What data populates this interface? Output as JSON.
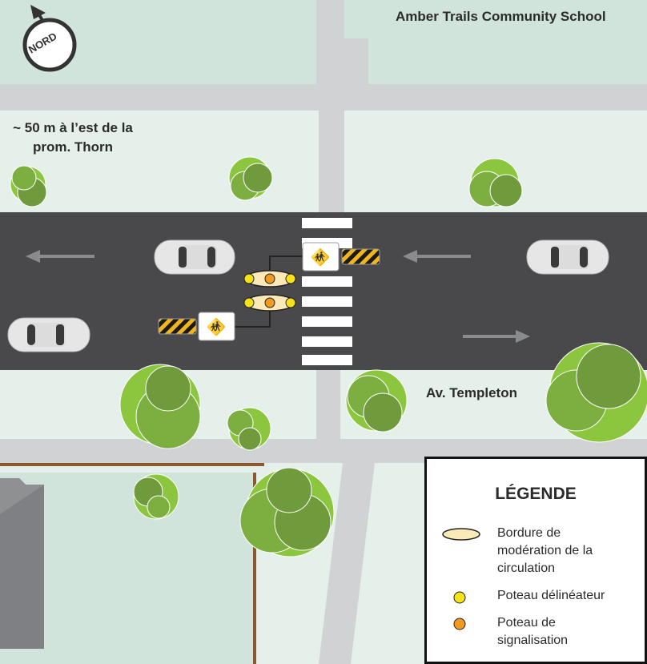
{
  "labels": {
    "school": "Amber Trails Community School",
    "distance_line1": "~ 50 m à l’est de la",
    "distance_line2": "prom. Thorn",
    "street": "Av. Templeton",
    "compass": "NORD"
  },
  "legend": {
    "title": "LÉGENDE",
    "items": [
      {
        "symbol": "curb-extension-icon",
        "label": "Bordure de modération de la circulation"
      },
      {
        "symbol": "yellow-dot-icon",
        "label": "Poteau délinéateur"
      },
      {
        "symbol": "orange-dot-icon",
        "label": "Poteau de signalisation"
      }
    ]
  },
  "colors": {
    "road": "#49494b",
    "grass_dark": "#d0e4dc",
    "grass_light": "#e6f0eb",
    "sidewalk": "#d1d2d4",
    "delineator": "#f5e21a",
    "sign_post": "#f29a1f",
    "curb": "#fbe9b8",
    "fence": "#8a5a2e"
  }
}
